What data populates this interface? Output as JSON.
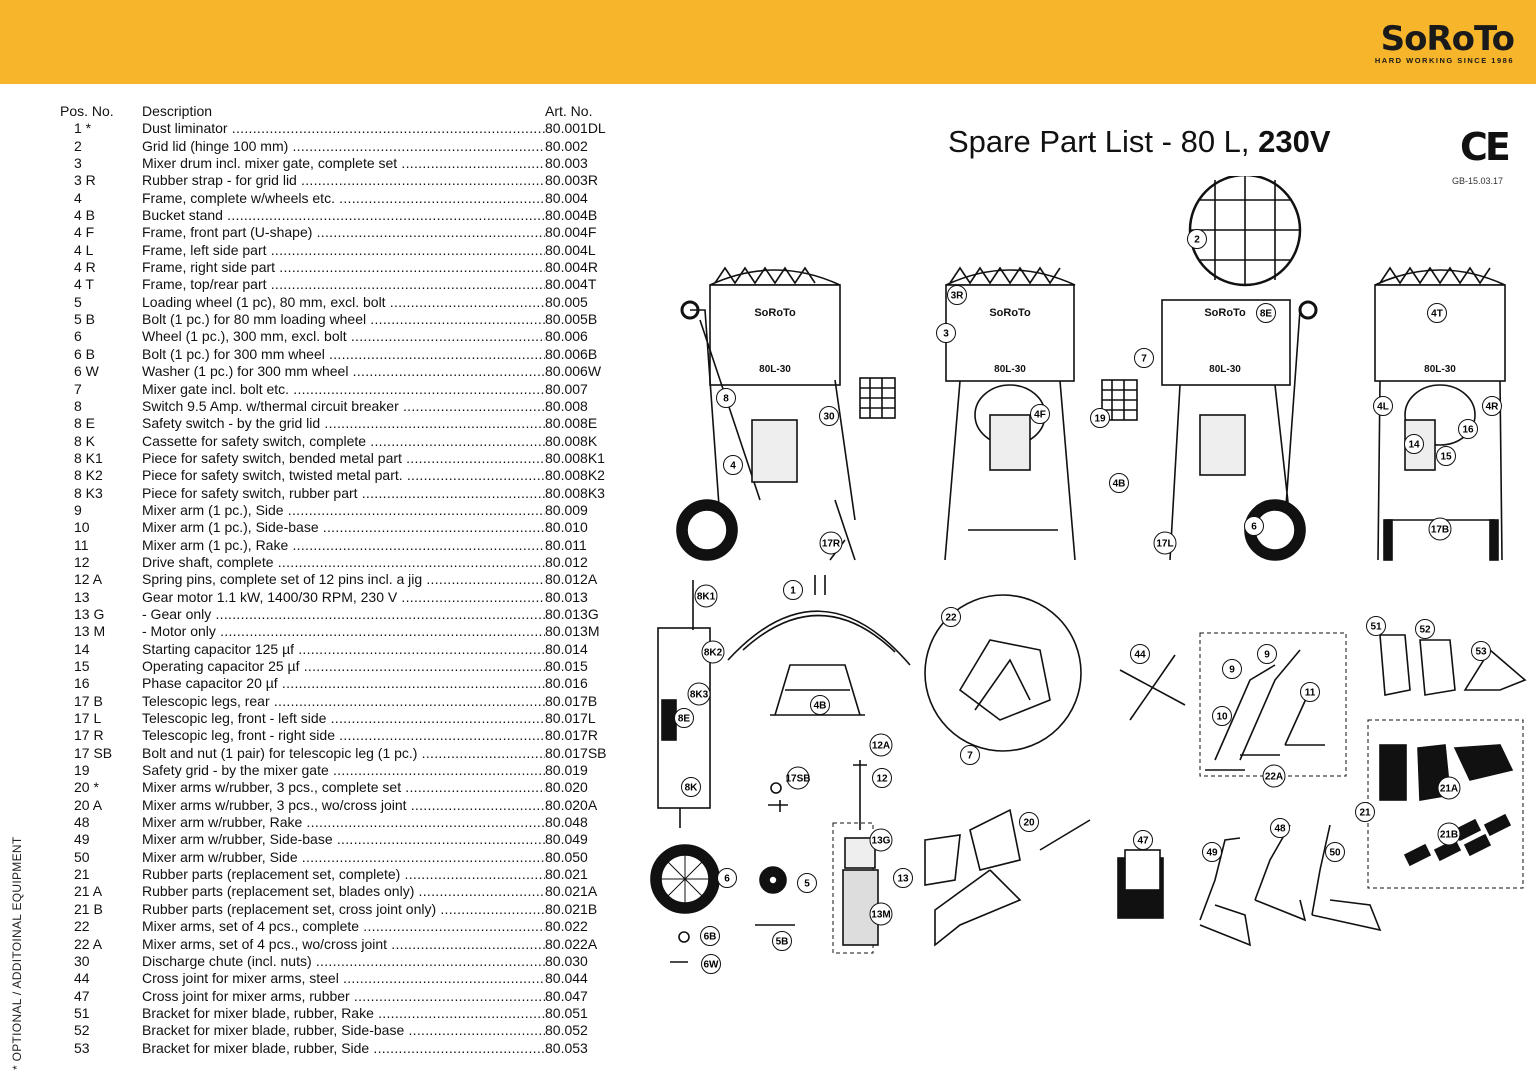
{
  "brand": {
    "logo": "SoRoTo",
    "tagline": "HARD WORKING SINCE 1986"
  },
  "title": {
    "main": "Spare Part List - 80 L, ",
    "voltage": "230V"
  },
  "ce_mark": "CE",
  "doc_code": "GB-15.03.17",
  "side_note": "* OPTIONAL / ADDITOINAL EQUIPMENT",
  "table": {
    "headers": {
      "pos": "Pos. No.",
      "desc": "Description",
      "art": "Art. No."
    },
    "rows": [
      {
        "pos": "1 *",
        "desc": "Dust liminator",
        "art": "80.001DL"
      },
      {
        "pos": "2",
        "desc": "Grid lid (hinge 100 mm)",
        "art": "80.002"
      },
      {
        "pos": "3",
        "desc": "Mixer drum incl. mixer gate, complete set",
        "art": "80.003"
      },
      {
        "pos": "3 R",
        "desc": "Rubber strap - for grid lid",
        "art": "80.003R"
      },
      {
        "pos": "4",
        "desc": "Frame, complete w/wheels etc.",
        "art": "80.004"
      },
      {
        "pos": "4 B",
        "desc": "Bucket stand",
        "art": "80.004B"
      },
      {
        "pos": "4 F",
        "desc": "Frame, front part (U-shape)",
        "art": "80.004F"
      },
      {
        "pos": "4 L",
        "desc": "Frame, left side part",
        "art": "80.004L"
      },
      {
        "pos": "4 R",
        "desc": "Frame, right side part",
        "art": "80.004R"
      },
      {
        "pos": "4 T",
        "desc": "Frame, top/rear part",
        "art": "80.004T"
      },
      {
        "pos": "5",
        "desc": "Loading wheel (1 pc), 80 mm, excl. bolt",
        "art": "80.005"
      },
      {
        "pos": "5 B",
        "desc": "Bolt (1 pc.) for 80 mm loading wheel",
        "art": "80.005B"
      },
      {
        "pos": "6",
        "desc": "Wheel (1 pc.), 300 mm, excl. bolt",
        "art": "80.006"
      },
      {
        "pos": "6 B",
        "desc": "Bolt (1 pc.) for 300 mm wheel",
        "art": "80.006B"
      },
      {
        "pos": "6 W",
        "desc": "Washer (1 pc.) for 300 mm wheel",
        "art": "80.006W"
      },
      {
        "pos": "7",
        "desc": "Mixer gate incl. bolt etc.",
        "art": "80.007"
      },
      {
        "pos": "8",
        "desc": "Switch 9.5 Amp. w/thermal circuit breaker",
        "art": "80.008"
      },
      {
        "pos": "8 E",
        "desc": "Safety switch - by the grid lid",
        "art": "80.008E"
      },
      {
        "pos": "8 K",
        "desc": "Cassette for safety switch, complete",
        "art": "80.008K"
      },
      {
        "pos": "8 K1",
        "desc": "Piece for safety switch, bended metal part",
        "art": "80.008K1"
      },
      {
        "pos": "8 K2",
        "desc": "Piece for safety switch, twisted metal part.",
        "art": "80.008K2"
      },
      {
        "pos": "8 K3",
        "desc": "Piece for safety switch, rubber part",
        "art": "80.008K3"
      },
      {
        "pos": "9",
        "desc": "Mixer arm (1 pc.), Side",
        "art": "80.009"
      },
      {
        "pos": "10",
        "desc": "Mixer arm (1 pc.), Side-base",
        "art": "80.010"
      },
      {
        "pos": "11",
        "desc": "Mixer arm (1 pc.), Rake",
        "art": "80.011"
      },
      {
        "pos": "12",
        "desc": "Drive shaft, complete",
        "art": "80.012"
      },
      {
        "pos": "12 A",
        "desc": "Spring pins, complete set of 12 pins incl. a jig",
        "art": "80.012A"
      },
      {
        "pos": "13",
        "desc": "Gear motor 1.1 kW, 1400/30 RPM, 230 V",
        "art": "80.013"
      },
      {
        "pos": "13 G",
        "desc": "- Gear only",
        "art": "80.013G"
      },
      {
        "pos": "13 M",
        "desc": "- Motor only",
        "art": "80.013M"
      },
      {
        "pos": "14",
        "desc": "Starting capacitor 125 µf",
        "art": "80.014"
      },
      {
        "pos": "15",
        "desc": "Operating capacitor 25 µf",
        "art": "80.015"
      },
      {
        "pos": "16",
        "desc": "Phase capacitor 20 µf",
        "art": "80.016"
      },
      {
        "pos": "17 B",
        "desc": "Telescopic legs, rear",
        "art": "80.017B"
      },
      {
        "pos": "17 L",
        "desc": "Telescopic leg, front - left side",
        "art": "80.017L"
      },
      {
        "pos": "17 R",
        "desc": "Telescopic leg, front - right side",
        "art": "80.017R"
      },
      {
        "pos": "17 SB",
        "desc": "Bolt and nut  (1 pair) for telescopic leg (1 pc.)",
        "art": "80.017SB"
      },
      {
        "pos": "19",
        "desc": "Safety grid - by the mixer gate",
        "art": "80.019"
      },
      {
        "pos": "20 *",
        "desc": "Mixer arms w/rubber, 3 pcs., complete set",
        "art": "80.020"
      },
      {
        "pos": "20 A",
        "desc": "Mixer arms w/rubber, 3 pcs., wo/cross joint",
        "art": "80.020A"
      },
      {
        "pos": "48",
        "desc": "Mixer arm w/rubber, Rake",
        "art": "80.048"
      },
      {
        "pos": "49",
        "desc": "Mixer arm w/rubber, Side-base",
        "art": "80.049"
      },
      {
        "pos": "50",
        "desc": "Mixer arm w/rubber, Side",
        "art": "80.050"
      },
      {
        "pos": "21",
        "desc": "Rubber parts (replacement set, complete)",
        "art": "80.021"
      },
      {
        "pos": "21 A",
        "desc": "Rubber parts (replacement set, blades only)",
        "art": "80.021A"
      },
      {
        "pos": "21 B",
        "desc": "Rubber parts (replacement set, cross joint only)",
        "art": "80.021B"
      },
      {
        "pos": "22",
        "desc": "Mixer arms, set of 4 pcs., complete",
        "art": "80.022"
      },
      {
        "pos": "22 A",
        "desc": "Mixer arms, set of 4 pcs., wo/cross joint",
        "art": "80.022A"
      },
      {
        "pos": "30",
        "desc": "Discharge chute (incl. nuts)",
        "art": "80.030"
      },
      {
        "pos": "44",
        "desc": "Cross joint for mixer arms, steel",
        "art": "80.044"
      },
      {
        "pos": "47",
        "desc": "Cross joint for mixer arms, rubber",
        "art": "80.047"
      },
      {
        "pos": "51",
        "desc": "Bracket for mixer blade, rubber, Rake",
        "art": "80.051"
      },
      {
        "pos": "52",
        "desc": "Bracket for mixer blade, rubber, Side-base",
        "art": "80.052"
      },
      {
        "pos": "53",
        "desc": "Bracket for mixer blade, rubber, Side",
        "art": "80.053"
      }
    ]
  },
  "diagram": {
    "drum_brand": "SoRoTo",
    "drum_model": "80L-30",
    "callouts": [
      "2",
      "3R",
      "3",
      "8E",
      "7",
      "4T",
      "4L",
      "4R",
      "16",
      "14",
      "15",
      "8",
      "30",
      "4",
      "17R",
      "4F",
      "19",
      "4B",
      "17L",
      "6",
      "17B",
      "1",
      "8K1",
      "8K2",
      "8K3",
      "8E",
      "8K",
      "4B",
      "22",
      "7",
      "44",
      "9",
      "9",
      "11",
      "10",
      "22A",
      "51",
      "52",
      "53",
      "21A",
      "21",
      "21B",
      "12A",
      "17SB",
      "12",
      "13G",
      "13",
      "13M",
      "20",
      "47",
      "48",
      "49",
      "50",
      "6",
      "5",
      "6B",
      "5B",
      "6W"
    ]
  },
  "colors": {
    "band": "#f7b52c",
    "ink": "#111111"
  }
}
